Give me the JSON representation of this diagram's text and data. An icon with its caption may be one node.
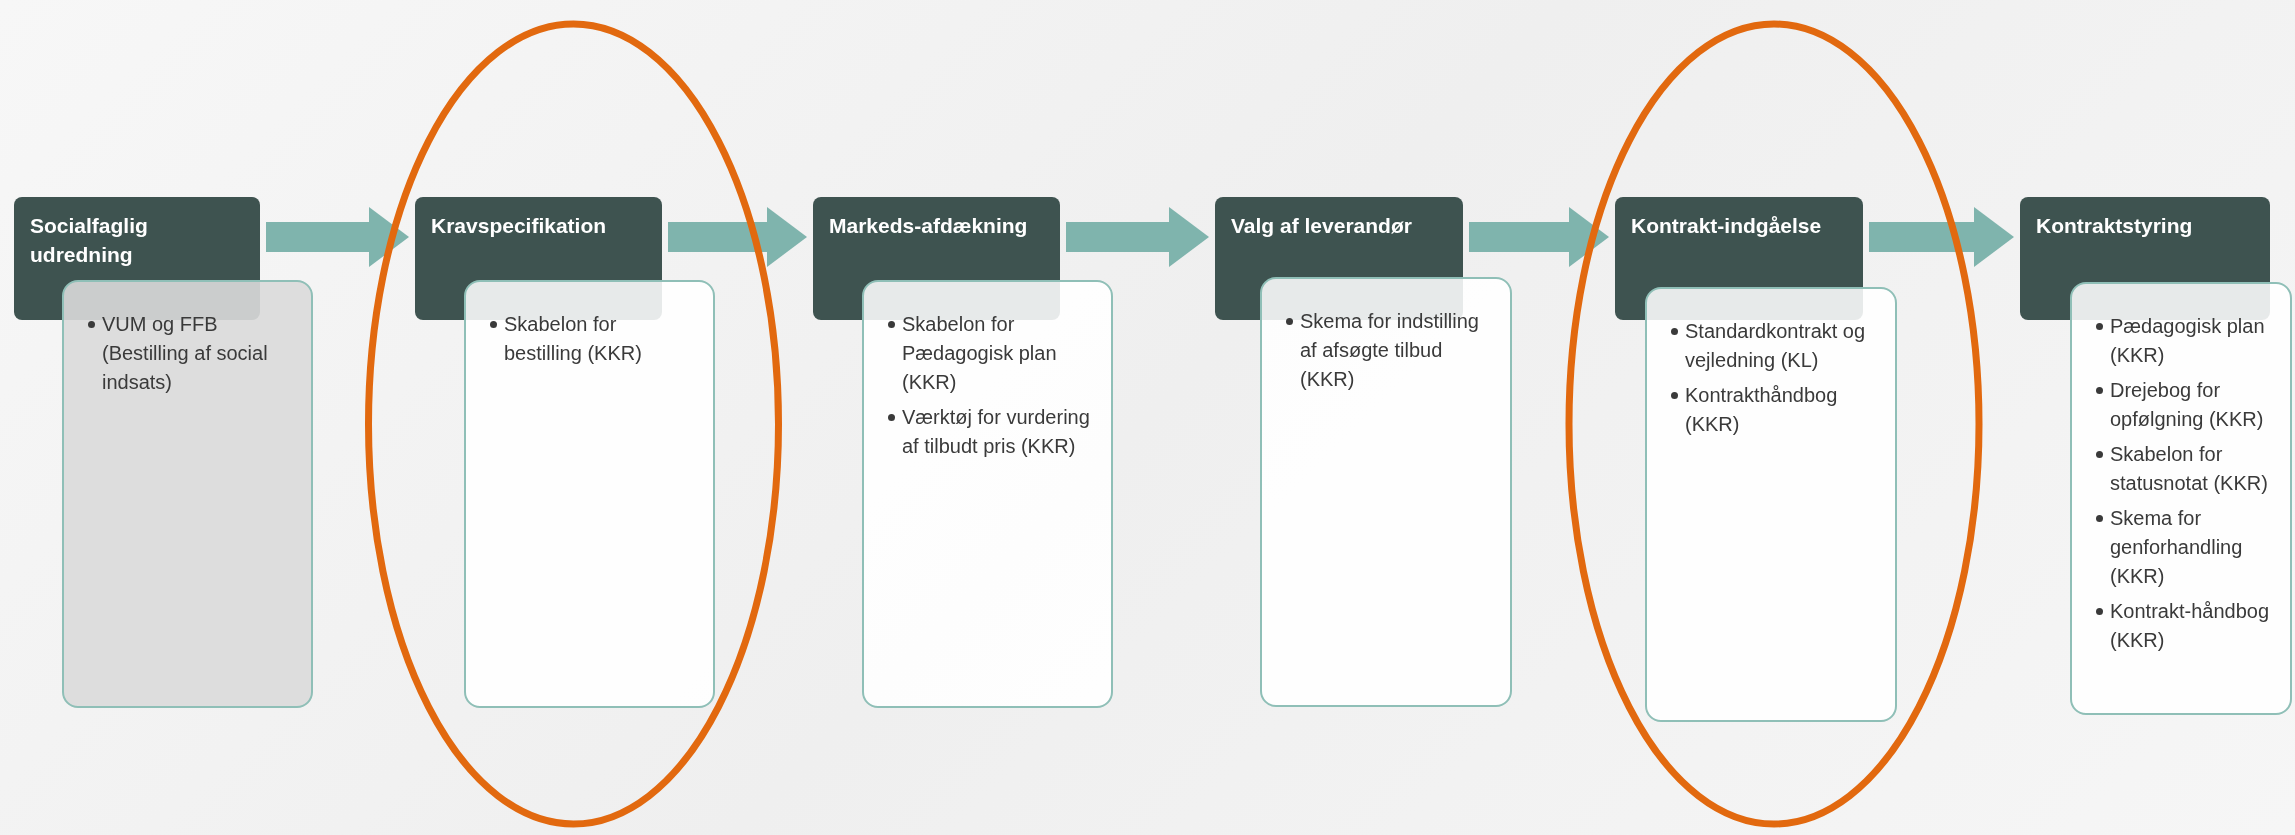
{
  "diagram": {
    "nodes": [
      {
        "text": [
          "Socialfaglig udredning"
        ]
      },
      {
        "text": [
          "VUM og FFB (Bestilling af social indsats)"
        ]
      },
      {
        "text": [
          "Kravspecifikation"
        ]
      },
      {
        "text": [
          "Skabelon for bestilling (KKR)"
        ]
      },
      {
        "text": [
          "Markeds-afdækning"
        ]
      },
      {
        "text": [
          "Skabelon for Pædagogisk plan (KKR)",
          "Værktøj for vurdering af tilbudt pris (KKR)"
        ]
      },
      {
        "text": [
          "Valg af leverandør"
        ]
      },
      {
        "text": [
          "Skema for indstilling af afsøgte tilbud (KKR)"
        ]
      },
      {
        "text": [
          "Kontrakt-indgåelse"
        ]
      },
      {
        "text": [
          "Standardkontrakt og vejledning (KL)",
          "Kontrakthåndbog (KKR)"
        ]
      },
      {
        "text": [
          "Kontraktstyring"
        ]
      },
      {
        "text": [
          "Pædagogisk plan (KKR)",
          "Drejebog for opfølgning (KKR)",
          "Skabelon for statusnotat (KKR)",
          "Skema for genforhandling (KKR)",
          "Kontrakt-håndbog (KKR)"
        ]
      }
    ],
    "edges": [
      {
        "from": 0,
        "to": 2,
        "arrow": "to"
      },
      {
        "from": 2,
        "to": 4,
        "arrow": "to"
      },
      {
        "from": 4,
        "to": 6,
        "arrow": "to"
      },
      {
        "from": 6,
        "to": 8,
        "arrow": "to"
      },
      {
        "from": 8,
        "to": 10,
        "arrow": "to"
      }
    ]
  }
}
